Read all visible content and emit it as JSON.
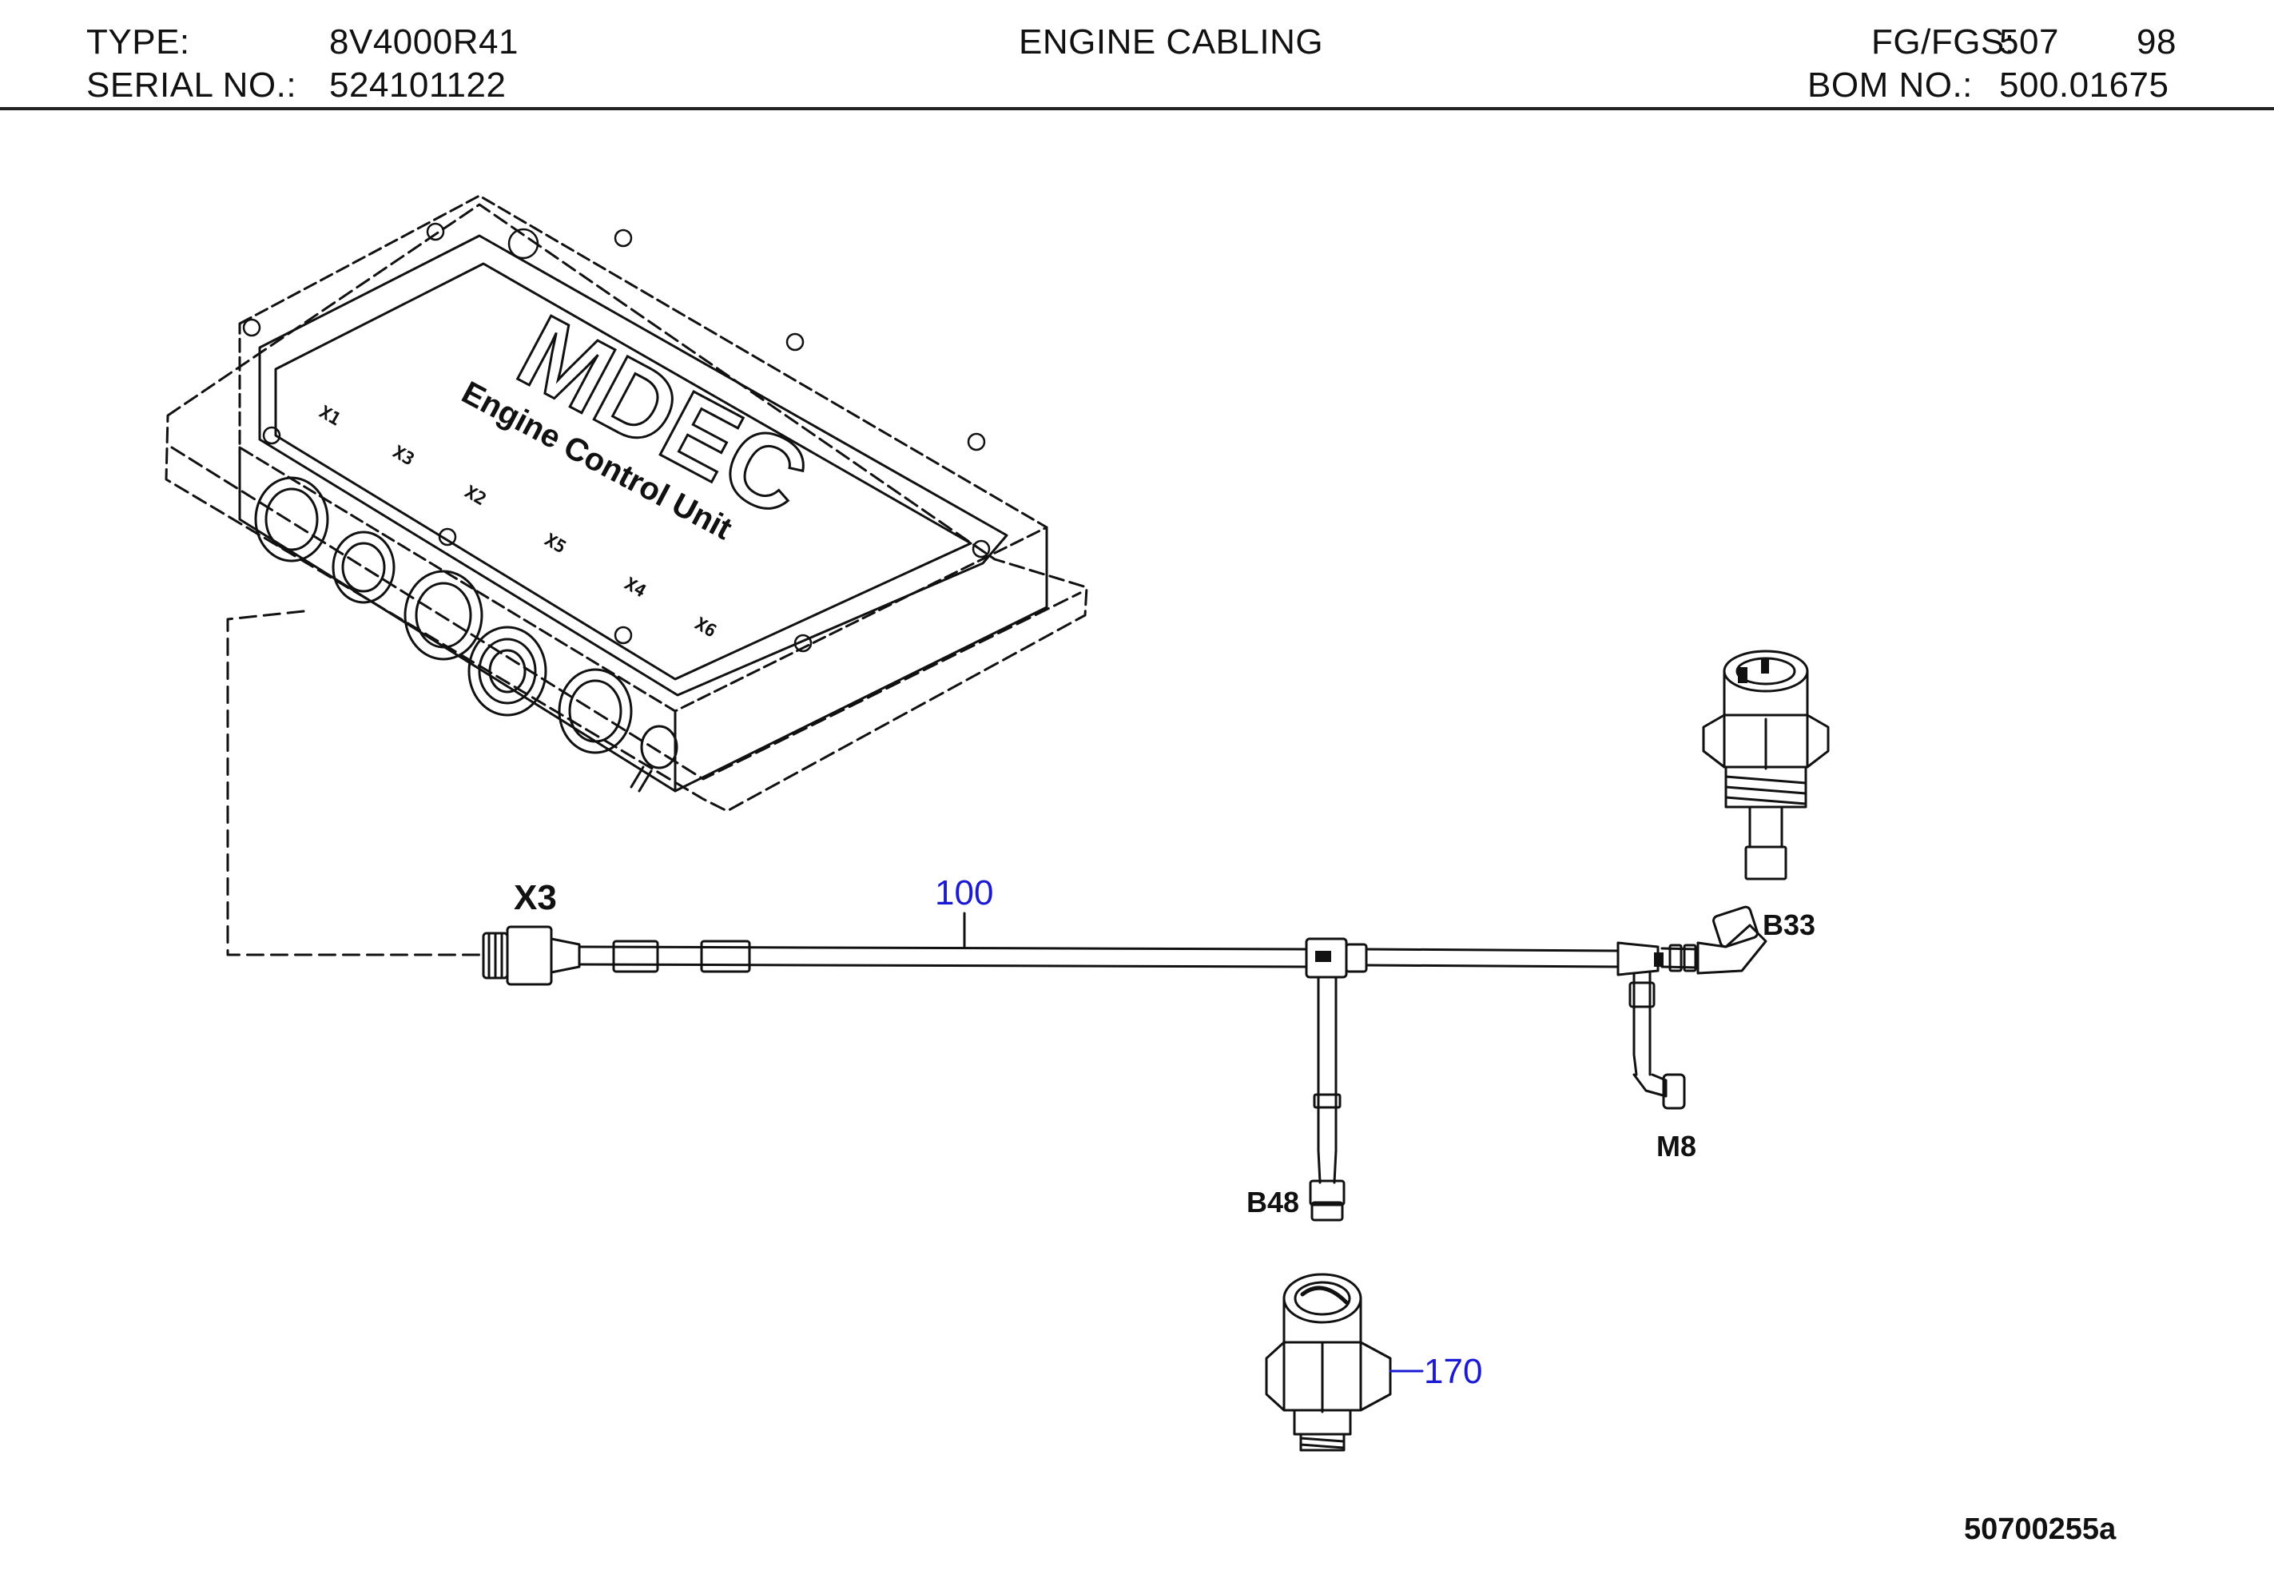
{
  "header": {
    "type_label": "TYPE:",
    "type_value": "8V4000R41",
    "serial_label": "SERIAL NO.:",
    "serial_value": "524101122",
    "title": "ENGINE CABLING",
    "fg_label": "FG/FGS:",
    "fg_value": "507",
    "fg_sub": "98",
    "bom_label": "BOM NO.:",
    "bom_value": "500.01675"
  },
  "ecu": {
    "brand": "MDEC",
    "subtitle": "Engine Control Unit",
    "ports": [
      "X1",
      "X3",
      "X2",
      "X5",
      "X4",
      "X6"
    ]
  },
  "connectors": {
    "x3": "X3",
    "b33": "B33",
    "b48": "B48",
    "m8": "M8"
  },
  "callouts": {
    "harness": "100",
    "sensor": "170"
  },
  "figure_id": "50700255a",
  "colors": {
    "callout": "#1a1ad6",
    "line": "#111111"
  }
}
